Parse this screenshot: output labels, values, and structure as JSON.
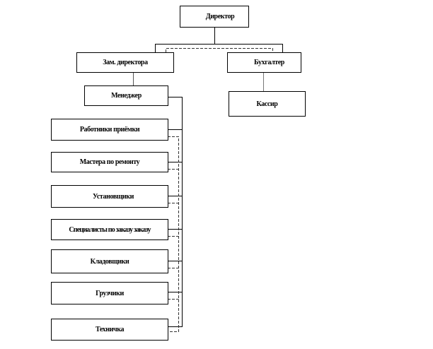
{
  "chart": {
    "director": "Директор",
    "deputy": "Зам. директора",
    "accountant": "Бухгалтер",
    "manager": "Менеджер",
    "cashier": "Кассир",
    "staff": [
      "Работники приёмки",
      "Мастера по ремонту",
      "Установщики",
      "Специалисты по заказу заказу",
      "Кладовщики",
      "Грузчики",
      "Техничка"
    ]
  }
}
